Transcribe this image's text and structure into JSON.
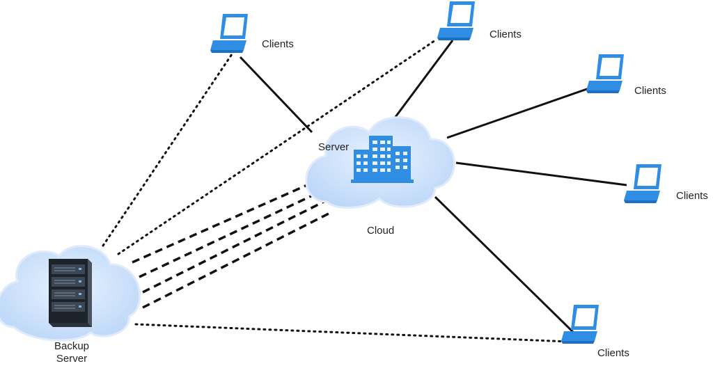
{
  "diagram": {
    "server_label": "Server",
    "cloud_label": "Cloud",
    "backup_label_line1": "Backup",
    "backup_label_line2": "Server",
    "clients": [
      {
        "label": "Clients"
      },
      {
        "label": "Clients"
      },
      {
        "label": "Clients"
      },
      {
        "label": "Clients"
      },
      {
        "label": "Clients"
      }
    ],
    "colors": {
      "cloud_fill": "#cfe3fb",
      "cloud_edge": "#e6f0fd",
      "icon_blue": "#2f8de4",
      "laptop_dark": "#1f6fc0",
      "laptop_screen": "#ffffff",
      "line": "#111111",
      "server_dark": "#1c232b",
      "server_light": "#4a5561"
    },
    "icons": {
      "main_server": "office-building-icon",
      "backup": "server-rack-icon",
      "client": "laptop-icon"
    }
  }
}
